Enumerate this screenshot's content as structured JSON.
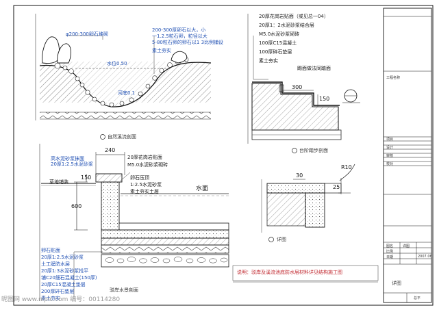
{
  "stream": {
    "note_stone_bed": "200-300厚卵石以大，小",
    "note_stone_mix": "一1.2.5粒石卵，粒径以大",
    "note_gravel": "5-80粒石卵的卵石以1 3比例铺设",
    "note_soil": "素土夯实",
    "note_cobble": "φ200-300卵石堆砌",
    "water_level": "水位0.50",
    "bed_level": "河底0.1",
    "title": "自然溪流剖面"
  },
  "steps": {
    "layers": [
      "20厚花岗岩贴面（或见总一04）",
      "20厚1：2水泥砂浆结合层",
      "M5.0水泥砂浆砌砖",
      "100厚C15混凝土",
      "100厚碎石垫层",
      "素土夯实"
    ],
    "tread_note": "踢面做法同踏面",
    "dim_tread": "300",
    "dim_riser": "150",
    "title": "台阶踏步剖面"
  },
  "pool": {
    "dim_top": "240",
    "dim_wall": "150",
    "dim_depth": "600",
    "label_waterproof": "高水泥砂浆抹面",
    "label_mortar": "20厚1:2.5水泥砂浆",
    "label_granite": "20厚花岗岩贴面",
    "label_brick": "M5.0水泥砂浆砌砖",
    "label_stone": "卵石压顶",
    "label_seal": "1:2.5水泥砂浆",
    "label_soil": "素土夯实土层",
    "label_lawn": "草地铺装",
    "water": "水面",
    "layers": [
      "卵石贴面",
      "20厚1:2.5水泥砂浆",
      "土工膜防水层",
      "20厚1:3水泥砂浆找平",
      "铺C20细石混凝土(150厚)",
      "20厚C15混凝土垫层",
      "200厚碎石垫层",
      "素土夯实"
    ],
    "title": "驳岸水景剖面"
  },
  "detail": {
    "dim_r": "R10",
    "dim_w": "30",
    "dim_h": "25",
    "title": "详图"
  },
  "note": {
    "text": "说明：驳岸及溪流池底防水层材料详见结构施工图"
  },
  "titleblock": {
    "rows": [
      "工程名称",
      "项目",
      "设计",
      "审核",
      "校对",
      "图名",
      "比例",
      "日期"
    ],
    "drawing_name": "详图",
    "number": "2007.06",
    "sheet": "总平"
  },
  "watermark": {
    "text": "昵图网 www.nipic.com  编号：00114280"
  }
}
